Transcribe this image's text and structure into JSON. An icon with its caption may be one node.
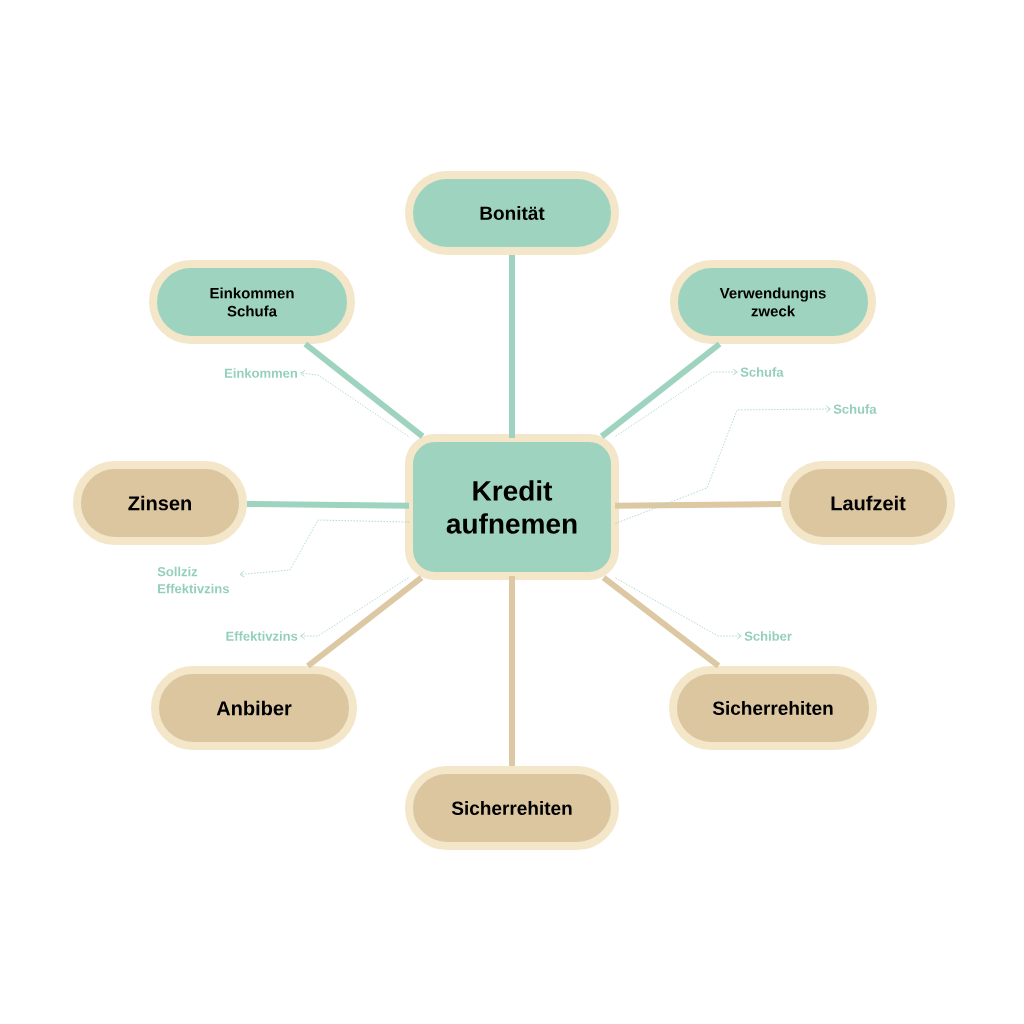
{
  "diagram": {
    "nodes": [
      {
        "text": [
          "Kredit aufnemen"
        ]
      },
      {
        "text": [
          "Bonität"
        ]
      },
      {
        "text": [
          "Einkommen Schufa"
        ]
      },
      {
        "text": [
          "Verwendungns zweck"
        ]
      },
      {
        "text": [
          "Zinsen"
        ]
      },
      {
        "text": [
          "Laufzeit"
        ]
      },
      {
        "text": [
          "Anbiber"
        ]
      },
      {
        "text": [
          "Sicherrehiten"
        ]
      },
      {
        "text": [
          "Sicherrehiten"
        ]
      },
      {
        "text": [
          "Einkommen"
        ]
      },
      {
        "text": [
          "Schufa"
        ]
      },
      {
        "text": [
          "Schufa"
        ]
      },
      {
        "text": [
          "Sollziz Effektivzins"
        ]
      },
      {
        "text": [
          "Effektivzins"
        ]
      },
      {
        "text": [
          "Schiber"
        ]
      }
    ],
    "edges": [
      {
        "from": 0,
        "to": 1,
        "arrow": "none",
        "color": "#9ed3bf"
      },
      {
        "from": 0,
        "to": 2,
        "arrow": "none",
        "color": "#9ed3bf"
      },
      {
        "from": 0,
        "to": 3,
        "arrow": "none",
        "color": "#9ed3bf"
      },
      {
        "from": 0,
        "to": 4,
        "arrow": "none",
        "color": "#9ed3bf"
      },
      {
        "from": 0,
        "to": 5,
        "arrow": "none",
        "color": "#dcc8a2"
      },
      {
        "from": 0,
        "to": 6,
        "arrow": "none",
        "color": "#dcc8a2"
      },
      {
        "from": 0,
        "to": 7,
        "arrow": "none",
        "color": "#dcc8a2"
      },
      {
        "from": 0,
        "to": 8,
        "arrow": "none",
        "color": "#dcc8a2"
      },
      {
        "from": 0,
        "to": 9,
        "arrow": "to",
        "style": "dashed",
        "color": "#9ed3bf"
      },
      {
        "from": 0,
        "to": 10,
        "arrow": "to",
        "style": "dashed",
        "color": "#9ed3bf"
      },
      {
        "from": 0,
        "to": 11,
        "arrow": "to",
        "style": "dashed",
        "color": "#9ed3bf"
      },
      {
        "from": 0,
        "to": 12,
        "arrow": "to",
        "style": "dashed",
        "color": "#9ed3bf"
      },
      {
        "from": 0,
        "to": 13,
        "arrow": "to",
        "style": "dashed",
        "color": "#9ed3bf"
      },
      {
        "from": 0,
        "to": 14,
        "arrow": "to",
        "style": "dashed",
        "color": "#9ed3bf"
      }
    ]
  }
}
